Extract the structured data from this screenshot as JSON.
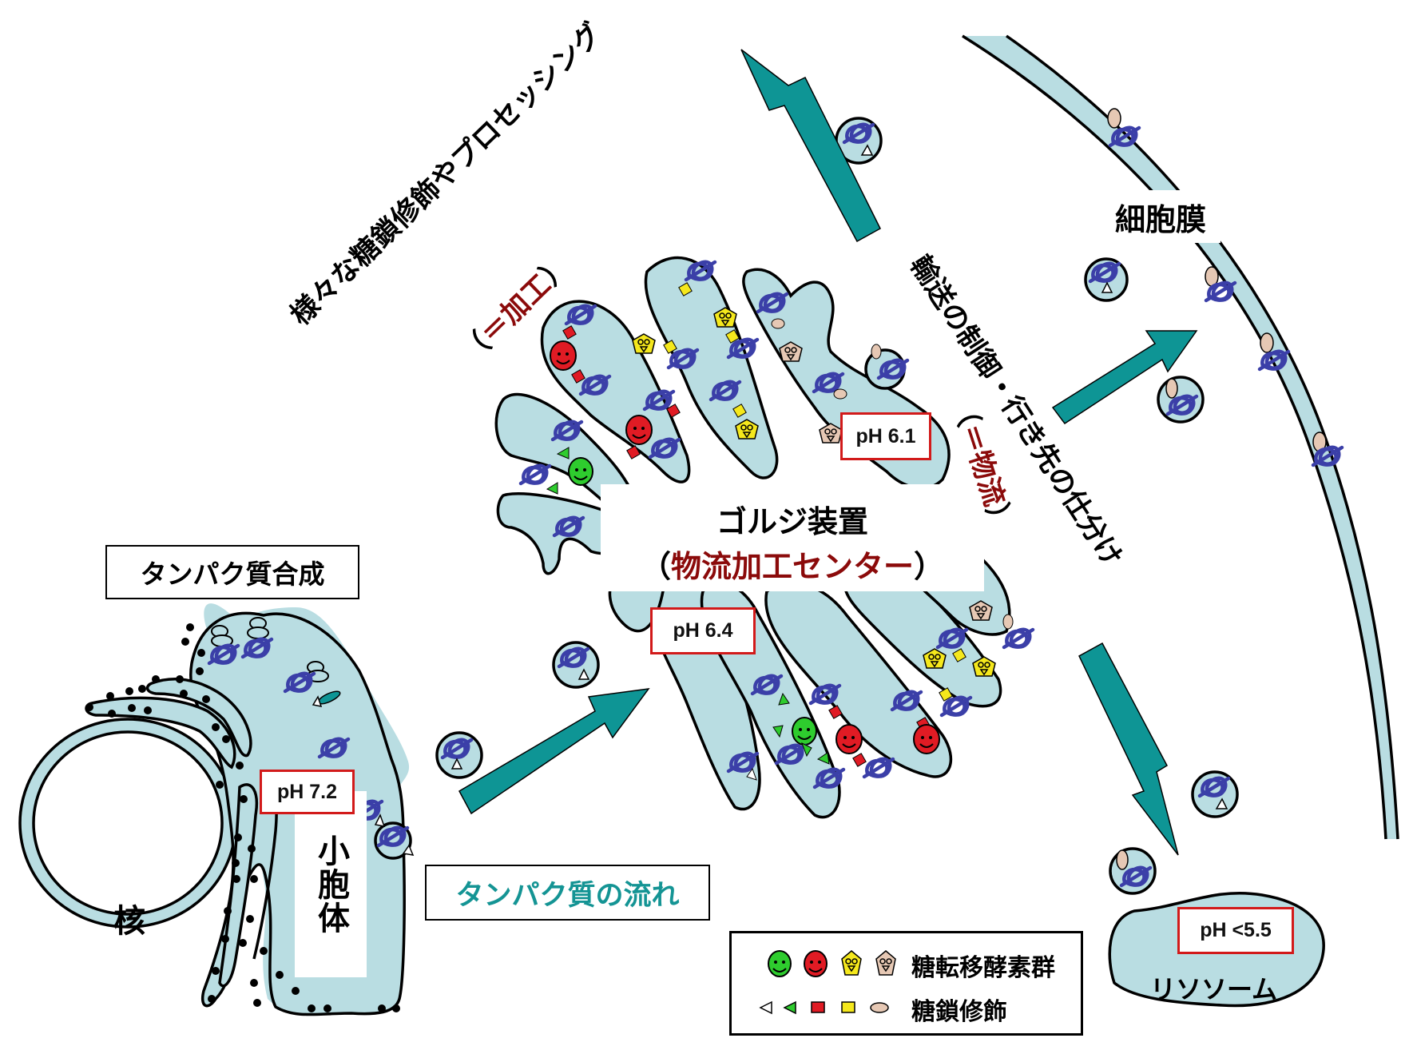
{
  "colors": {
    "organelle_fill": "#b9dde2",
    "outline": "#000000",
    "arrow": "#0e9595",
    "protein": "#3b3fa8",
    "ph_border": "#d21a1a",
    "accent_text": "#8b0a0a",
    "flow_text": "#149494",
    "enzyme_green": "#2ecc2e",
    "enzyme_red": "#e01b24",
    "enzyme_yellow": "#f5e81c",
    "enzyme_beige": "#e6c8b4"
  },
  "labels": {
    "protein_synthesis": "タンパク質合成",
    "nucleus": "核",
    "er": "小胞体",
    "protein_flow": "タンパク質の流れ",
    "golgi_title": "ゴルジ装置",
    "golgi_subtitle_open": "（",
    "golgi_subtitle": "物流加工センター",
    "golgi_subtitle_close": "）",
    "processing": "様々な糖鎖修飾やプロセッシング",
    "processing_sub_open": "（",
    "processing_sub": "＝加工",
    "processing_sub_close": "）",
    "transport": "輸送の制御・行き先の仕分け",
    "transport_sub_open": "（",
    "transport_sub": "＝物流",
    "transport_sub_close": "）",
    "plasma_membrane": "細胞膜",
    "lysosome": "リソソーム"
  },
  "ph_values": {
    "er": "pH 7.2",
    "cis_golgi": "pH 6.4",
    "trans_golgi": "pH 6.1",
    "lysosome": "pH <5.5"
  },
  "legend": {
    "enzymes_label": "糖転移酵素群",
    "modifications_label": "糖鎖修飾",
    "enzyme_icons": [
      "green-smiley-enzyme-icon",
      "red-smiley-enzyme-icon",
      "yellow-pentagon-enzyme-icon",
      "beige-pentagon-enzyme-icon"
    ],
    "modification_icons": [
      "white-triangle-icon",
      "green-triangle-icon",
      "red-square-icon",
      "yellow-square-icon",
      "beige-oval-icon"
    ]
  }
}
